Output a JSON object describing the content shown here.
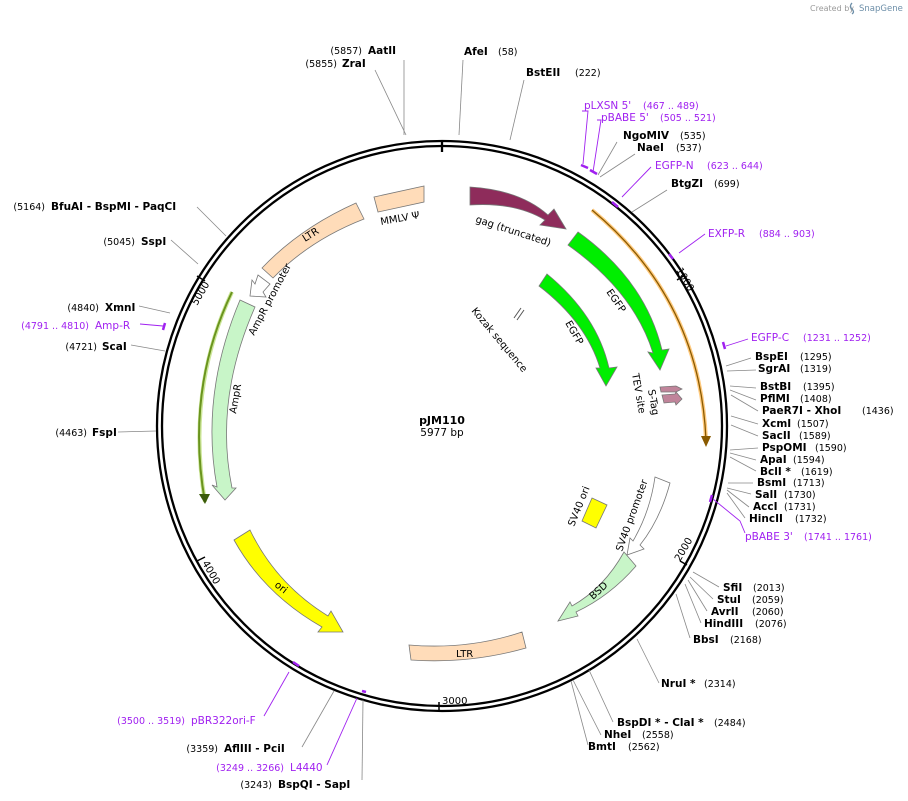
{
  "credit": {
    "prefix": "Created by",
    "brand": "SnapGene"
  },
  "plasmid": {
    "name": "pJM110",
    "size_label": "5977 bp",
    "length": 5977
  },
  "ticks": [
    "1000",
    "2000",
    "3000",
    "4000",
    "5000"
  ],
  "enzymes": [
    {
      "name": "AatII",
      "pos": "(5857)"
    },
    {
      "name": "ZraI",
      "pos": "(5855)"
    },
    {
      "name": "AfeI",
      "pos": "(58)"
    },
    {
      "name": "BstEII",
      "pos": "(222)"
    },
    {
      "name": "NgoMIV",
      "pos": "(535)"
    },
    {
      "name": "NaeI",
      "pos": "(537)"
    },
    {
      "name": "BtgZI",
      "pos": "(699)"
    },
    {
      "name": "BspEI",
      "pos": "(1295)"
    },
    {
      "name": "SgrAI",
      "pos": "(1319)"
    },
    {
      "name": "BstBI",
      "pos": "(1395)"
    },
    {
      "name": "PflMI",
      "pos": "(1408)"
    },
    {
      "name": "PaeR7I - XhoI",
      "pos": "(1436)"
    },
    {
      "name": "XcmI",
      "pos": "(1507)"
    },
    {
      "name": "SacII",
      "pos": "(1589)"
    },
    {
      "name": "PspOMI",
      "pos": "(1590)"
    },
    {
      "name": "ApaI",
      "pos": "(1594)"
    },
    {
      "name": "BclI *",
      "pos": "(1619)"
    },
    {
      "name": "BsmI",
      "pos": "(1713)"
    },
    {
      "name": "SalI",
      "pos": "(1730)"
    },
    {
      "name": "AccI",
      "pos": "(1731)"
    },
    {
      "name": "HincII",
      "pos": "(1732)"
    },
    {
      "name": "SfiI",
      "pos": "(2013)"
    },
    {
      "name": "StuI",
      "pos": "(2059)"
    },
    {
      "name": "AvrII",
      "pos": "(2060)"
    },
    {
      "name": "HindIII",
      "pos": "(2076)"
    },
    {
      "name": "BbsI",
      "pos": "(2168)"
    },
    {
      "name": "NruI *",
      "pos": "(2314)"
    },
    {
      "name": "BspDI * - ClaI *",
      "pos": "(2484)"
    },
    {
      "name": "NheI",
      "pos": "(2558)"
    },
    {
      "name": "BmtI",
      "pos": "(2562)"
    },
    {
      "name": "AflIII - PciI",
      "pos": "(3359)"
    },
    {
      "name": "BspQI - SapI",
      "pos": "(3243)"
    },
    {
      "name": "FspI",
      "pos": "(4463)"
    },
    {
      "name": "ScaI",
      "pos": "(4721)"
    },
    {
      "name": "XmnI",
      "pos": "(4840)"
    },
    {
      "name": "SspI",
      "pos": "(5045)"
    },
    {
      "name": "BfuAI - BspMI - PaqCI",
      "pos": "(5164)"
    }
  ],
  "primers": [
    {
      "name": "pLXSN 5'",
      "range": "(467 .. 489)"
    },
    {
      "name": "pBABE 5'",
      "range": "(505 .. 521)"
    },
    {
      "name": "EGFP-N",
      "range": "(623 .. 644)"
    },
    {
      "name": "EXFP-R",
      "range": "(884 .. 903)"
    },
    {
      "name": "EGFP-C",
      "range": "(1231 .. 1252)"
    },
    {
      "name": "pBABE 3'",
      "range": "(1741 .. 1761)"
    },
    {
      "name": "pBR322ori-F",
      "range": "(3500 .. 3519)"
    },
    {
      "name": "L4440",
      "range": "(3249 .. 3266)"
    },
    {
      "name": "Amp-R",
      "range": "(4791 .. 4810)"
    }
  ],
  "features": [
    {
      "name": "gag (truncated)",
      "color": "#8e2c5b"
    },
    {
      "name": "EGFP",
      "color": "#00ee00"
    },
    {
      "name": "EGFP",
      "color": "#00ee00"
    },
    {
      "name": "Kozak sequence",
      "color": "#ffffff"
    },
    {
      "name": "TEV site",
      "color": "#c0849a"
    },
    {
      "name": "S-Tag",
      "color": "#c0849a"
    },
    {
      "name": "SV40 ori",
      "color": "#ffff00"
    },
    {
      "name": "SV40 promoter",
      "color": "#ffffff"
    },
    {
      "name": "BSD",
      "color": "#c8f5c8"
    },
    {
      "name": "LTR",
      "color": "#ffdcb9"
    },
    {
      "name": "ori",
      "color": "#ffff00"
    },
    {
      "name": "AmpR",
      "color": "#c8f5c8"
    },
    {
      "name": "AmpR promoter",
      "color": "#ffffff"
    },
    {
      "name": "LTR",
      "color": "#ffdcb9"
    },
    {
      "name": "MMLV Ψ",
      "color": "#ffdcb9"
    }
  ]
}
